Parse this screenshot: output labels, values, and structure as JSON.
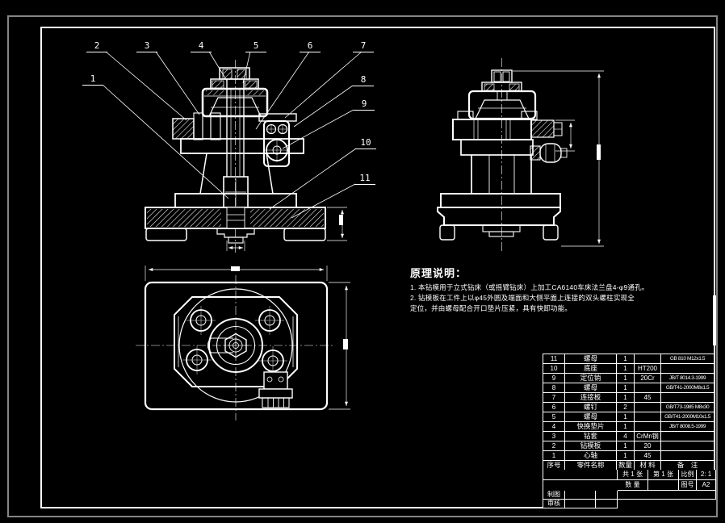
{
  "description": {
    "title": "原理说明：",
    "lines": [
      "1.  本钻模用于立式钻床（或摇臂钻床）上加工CA6140车床法兰盘4-φ9通孔。",
      "2.  钻模板在工件上以φ45外圆及端面和大侧平面上连接的双头螺柱实现全",
      "定位，并由螺母配合开口垫片压紧，具有快卸功能。"
    ]
  },
  "callouts": [
    "1",
    "2",
    "3",
    "4",
    "5",
    "6",
    "7",
    "8",
    "9",
    "10",
    "11"
  ],
  "parts_table": {
    "headers": {
      "no": "序号",
      "name": "零件名称",
      "qty": "数量",
      "material": "材 料",
      "note": "备　注"
    },
    "rows": [
      {
        "no": "11",
        "name": "螺母",
        "qty": "1",
        "material": "",
        "note": "GB 810 M12x1.5"
      },
      {
        "no": "10",
        "name": "底座",
        "qty": "1",
        "material": "HT200",
        "note": ""
      },
      {
        "no": "9",
        "name": "定位销",
        "qty": "1",
        "material": "20Cr",
        "note": "JB/T 8014.3-1999"
      },
      {
        "no": "8",
        "name": "螺母",
        "qty": "1",
        "material": "",
        "note": "GB/T41-2000M8x1.5"
      },
      {
        "no": "7",
        "name": "连接板",
        "qty": "1",
        "material": "45",
        "note": ""
      },
      {
        "no": "6",
        "name": "螺钉",
        "qty": "2",
        "material": "",
        "note": "GB/T73-1985 M8x30"
      },
      {
        "no": "5",
        "name": "螺母",
        "qty": "1",
        "material": "",
        "note": "GB/T41-2000M10x1.5"
      },
      {
        "no": "4",
        "name": "快换垫片",
        "qty": "1",
        "material": "",
        "note": "JB/T 8008.5-1999"
      },
      {
        "no": "3",
        "name": "钻套",
        "qty": "4",
        "material": "CrMn钢",
        "note": ""
      },
      {
        "no": "2",
        "name": "钻模板",
        "qty": "1",
        "material": "20",
        "note": ""
      },
      {
        "no": "1",
        "name": "心轴",
        "qty": "1",
        "material": "45",
        "note": ""
      }
    ]
  },
  "title_block": {
    "sheets_total": "共 1 张",
    "sheet_no": "第 1 张",
    "scale_label": "比例",
    "scale_value": "2: 1",
    "qty_label": "数 量",
    "drawing_no_label": "图号",
    "drawing_no": "A2",
    "draftsman_label": "制图",
    "checker_label": "审核"
  },
  "colors": {
    "background": "#000000",
    "line": "#ffffff",
    "outer_frame": "#858585"
  }
}
